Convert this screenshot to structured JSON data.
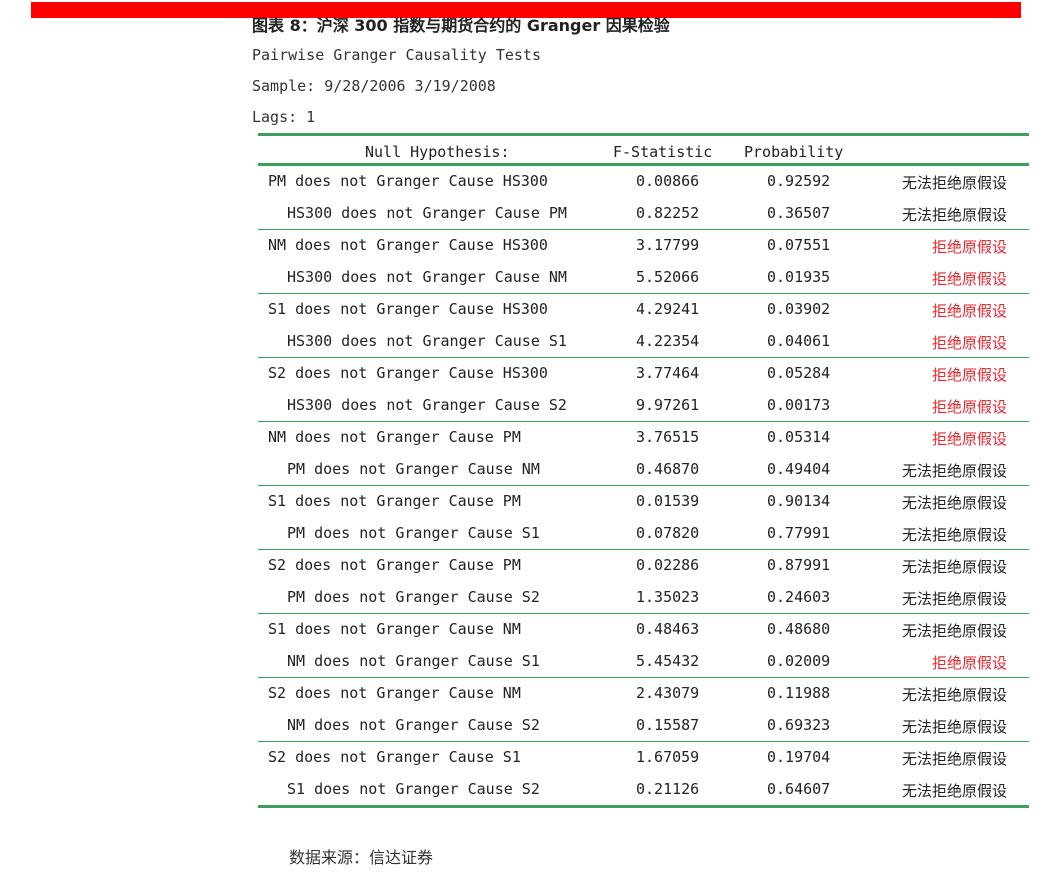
{
  "caption": "图表 8：沪深 300 指数与期货合约的 Granger 因果检验",
  "meta": {
    "test_name": "Pairwise Granger Causality Tests",
    "sample": "Sample: 9/28/2006 3/19/2008",
    "lags": "Lags: 1"
  },
  "table": {
    "headers": {
      "hypothesis": "Null Hypothesis:",
      "f_stat": "F-Statistic",
      "probability": "Probability",
      "conclusion": ""
    },
    "groups": [
      {
        "rows": [
          {
            "hypothesis": "PM does not Granger Cause HS300",
            "f": "0.00866",
            "p": "0.92592",
            "conclusion": "无法拒绝原假设",
            "reject": false
          },
          {
            "hypothesis": "HS300 does not Granger Cause PM",
            "f": "0.82252",
            "p": "0.36507",
            "conclusion": "无法拒绝原假设",
            "reject": false
          }
        ]
      },
      {
        "rows": [
          {
            "hypothesis": "NM does not Granger Cause HS300",
            "f": "3.17799",
            "p": "0.07551",
            "conclusion": "拒绝原假设",
            "reject": true
          },
          {
            "hypothesis": "HS300 does not Granger Cause NM",
            "f": "5.52066",
            "p": "0.01935",
            "conclusion": "拒绝原假设",
            "reject": true
          }
        ]
      },
      {
        "rows": [
          {
            "hypothesis": "S1 does not Granger Cause HS300",
            "f": "4.29241",
            "p": "0.03902",
            "conclusion": "拒绝原假设",
            "reject": true
          },
          {
            "hypothesis": "HS300 does not Granger Cause S1",
            "f": "4.22354",
            "p": "0.04061",
            "conclusion": "拒绝原假设",
            "reject": true
          }
        ]
      },
      {
        "rows": [
          {
            "hypothesis": "S2 does not Granger Cause HS300",
            "f": "3.77464",
            "p": "0.05284",
            "conclusion": "拒绝原假设",
            "reject": true
          },
          {
            "hypothesis": "HS300 does not Granger Cause S2",
            "f": "9.97261",
            "p": "0.00173",
            "conclusion": "拒绝原假设",
            "reject": true
          }
        ]
      },
      {
        "rows": [
          {
            "hypothesis": "NM does not Granger Cause PM",
            "f": "3.76515",
            "p": "0.05314",
            "conclusion": "拒绝原假设",
            "reject": true
          },
          {
            "hypothesis": "PM does not Granger Cause NM",
            "f": "0.46870",
            "p": "0.49404",
            "conclusion": "无法拒绝原假设",
            "reject": false
          }
        ]
      },
      {
        "rows": [
          {
            "hypothesis": "S1 does not Granger Cause PM",
            "f": "0.01539",
            "p": "0.90134",
            "conclusion": "无法拒绝原假设",
            "reject": false
          },
          {
            "hypothesis": "PM does not Granger Cause S1",
            "f": "0.07820",
            "p": "0.77991",
            "conclusion": "无法拒绝原假设",
            "reject": false
          }
        ]
      },
      {
        "rows": [
          {
            "hypothesis": "S2 does not Granger Cause PM",
            "f": "0.02286",
            "p": "0.87991",
            "conclusion": "无法拒绝原假设",
            "reject": false
          },
          {
            "hypothesis": "PM does not Granger Cause S2",
            "f": "1.35023",
            "p": "0.24603",
            "conclusion": "无法拒绝原假设",
            "reject": false
          }
        ]
      },
      {
        "rows": [
          {
            "hypothesis": "S1 does not Granger Cause NM",
            "f": "0.48463",
            "p": "0.48680",
            "conclusion": "无法拒绝原假设",
            "reject": false
          },
          {
            "hypothesis": "NM does not Granger Cause S1",
            "f": "5.45432",
            "p": "0.02009",
            "conclusion": "拒绝原假设",
            "reject": true
          }
        ]
      },
      {
        "rows": [
          {
            "hypothesis": "S2 does not Granger Cause NM",
            "f": "2.43079",
            "p": "0.11988",
            "conclusion": "无法拒绝原假设",
            "reject": false
          },
          {
            "hypothesis": "NM does not Granger Cause S2",
            "f": "0.15587",
            "p": "0.69323",
            "conclusion": "无法拒绝原假设",
            "reject": false
          }
        ]
      },
      {
        "rows": [
          {
            "hypothesis": "S2 does not Granger Cause S1",
            "f": "1.67059",
            "p": "0.19704",
            "conclusion": "无法拒绝原假设",
            "reject": false
          },
          {
            "hypothesis": "S1 does not Granger Cause S2",
            "f": "0.21126",
            "p": "0.64607",
            "conclusion": "无法拒绝原假设",
            "reject": false
          }
        ]
      }
    ]
  },
  "source": "数据来源：信达证券",
  "colors": {
    "top_bar": "#ff0000",
    "rule": "#3aa05a",
    "reject_text": "#e8262a"
  }
}
